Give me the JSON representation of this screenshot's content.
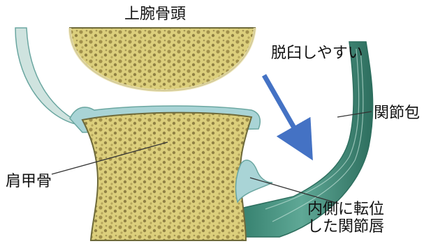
{
  "labels": {
    "humeral_head": "上腕骨頭",
    "dislocation_prone": "脱臼しやすい",
    "joint_capsule": "関節包",
    "scapula": "肩甲骨",
    "labrum_line1": "内側に転位",
    "labrum_line2": "した関節唇"
  },
  "colors": {
    "bone_fill": "#d9cf7a",
    "bone_pattern": "#8a7a3a",
    "capsule": "#3f8c79",
    "cartilage": "#a9d4d6",
    "arrow": "#4472c4"
  }
}
